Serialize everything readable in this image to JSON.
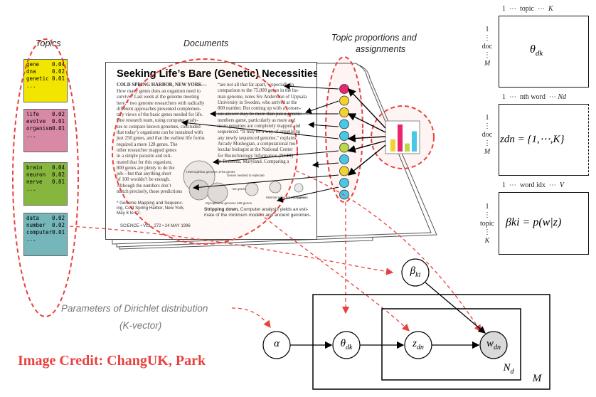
{
  "headers": {
    "topics": "Topics",
    "documents": "Documents",
    "proportions_line1": "Topic proportions and",
    "proportions_line2": "assignments"
  },
  "topic_cards": [
    {
      "color": "#f2e600",
      "words": [
        [
          "gene",
          "0.04"
        ],
        [
          "dna",
          "0.02"
        ],
        [
          "genetic",
          "0.01"
        ],
        [
          "...",
          ""
        ]
      ]
    },
    {
      "color": "#d889a6",
      "words": [
        [
          "life",
          "0.02"
        ],
        [
          "evolve",
          "0.01"
        ],
        [
          "organism",
          "0.01"
        ],
        [
          "...",
          ""
        ]
      ]
    },
    {
      "color": "#86b63e",
      "words": [
        [
          "brain",
          "0.04"
        ],
        [
          "neuron",
          "0.02"
        ],
        [
          "nerve",
          "0.01"
        ],
        [
          "...",
          ""
        ]
      ]
    },
    {
      "color": "#74b6b9",
      "words": [
        [
          "data",
          "0.02"
        ],
        [
          "number",
          "0.02"
        ],
        [
          "computer",
          "0.01"
        ],
        [
          "...",
          ""
        ]
      ]
    }
  ],
  "document": {
    "title": "Seeking Life’s Bare (Genetic) Necessities",
    "dateline": "COLD SPRING HARBOR, NEW YORK—",
    "col1": [
      "How many genes does an organism need to",
      "survive? Last week at the genome meeting",
      "here,* two genome researchers with radically",
      "different approaches presented complemen-",
      "tary views of the basic genes needed for life.",
      "One research team, using computer analy-",
      "ses to compare known genomes, concluded",
      "that today’s organisms can be sustained with",
      "just 250 genes, and that the earliest life forms",
      "required a mere 128 genes. The",
      "other researcher mapped genes",
      "in a simple parasite and esti-",
      "mated that for this organism,",
      "800 genes are plenty to do the",
      "job—but that anything short",
      "of 100 wouldn’t be enough.",
      "   Although the numbers don’t",
      "match precisely, those predictions"
    ],
    "col2": [
      "“are not all that far apart,” especially in",
      "comparison to the 75,000 genes in the hu-",
      "man genome, notes Siv Andersson of Uppsala",
      "University in Sweden, who arrived at the",
      "800 number. But coming up with a consen-",
      "sus answer may be more than just a genetic",
      "numbers game, particularly as more and",
      "more genomes are completely mapped and",
      "sequenced. “It may be a way of organizing",
      "any newly sequenced genome,” explains",
      "Arcady Mushegian, a computational mo-",
      "lecular biologist at the National Center",
      "for Biotechnology Information (NCBI)",
      "in Bethesda, Maryland. Comparing a"
    ],
    "footnote": [
      "* Genome Mapping and Sequenc-",
      "ing, Cold Spring Harbor, New York,",
      "May 8 to 12."
    ],
    "caption_bold": "Stripping down.",
    "caption_rest": " Computer analysis yields an esti-",
    "caption_line2": "mate of the minimum modern and ancient genomes.",
    "footer": "SCIENCE • VOL. 272 • 24 MAY 1996",
    "diagram_labels": {
      "haemophilus": "Haemophilus genome 1703 genes",
      "mycoplasma": "Mycoplasma genome 469 genes",
      "needed": "Genes needed to replicate",
      "minimal": "Minimal gene set 250 genes",
      "ancient": "128 genes",
      "remaining": "+22 genes"
    }
  },
  "proportion_dots": [
    "#e8256e",
    "#f2d230",
    "#f2d230",
    "#46c8e6",
    "#46c8e6",
    "#b8d94a",
    "#46c8e6",
    "#f2d230",
    "#46c8e6",
    "#46c8e6"
  ],
  "histogram_bars": [
    {
      "value": 0.45,
      "color": "#f2d230"
    },
    {
      "value": 1.0,
      "color": "#e8256e"
    },
    {
      "value": 0.3,
      "color": "#b8d94a"
    },
    {
      "value": 0.75,
      "color": "#46c8e6"
    }
  ],
  "matrices": {
    "theta": {
      "col_index": [
        "1",
        "⋯",
        "topic",
        "⋯",
        "K"
      ],
      "row_index": [
        "1",
        "⋮",
        "doc",
        "⋮",
        "M"
      ],
      "formula": "θdk"
    },
    "z": {
      "col_index": [
        "1",
        "⋯",
        "nth word",
        "⋯",
        "Nd"
      ],
      "row_index": [
        "1",
        "⋮",
        "doc",
        "⋮",
        "M"
      ],
      "formula": "zdn = {1,⋯,K}"
    },
    "beta": {
      "col_index": [
        "1",
        "⋯",
        "word idx",
        "⋯",
        "V"
      ],
      "row_index": [
        "1",
        "⋮",
        "topic",
        "⋮",
        "K"
      ],
      "formula": "βki = p(w|z)"
    }
  },
  "plate_model": {
    "alpha": "α",
    "theta": "θ",
    "theta_sub": "dk",
    "z": "z",
    "z_sub": "dn",
    "w": "w",
    "w_sub": "dn",
    "beta": "β",
    "beta_sub": "ki",
    "inner_plate": "N",
    "inner_plate_sub": "d",
    "outer_plate": "M",
    "observed_color": "#d9d9d9"
  },
  "param_label_line1": "Parameters of Dirichlet distribution",
  "param_label_line2": "(K-vector)",
  "credit": "Image Credit: ChangUK, Park",
  "accent": "#e8413e"
}
